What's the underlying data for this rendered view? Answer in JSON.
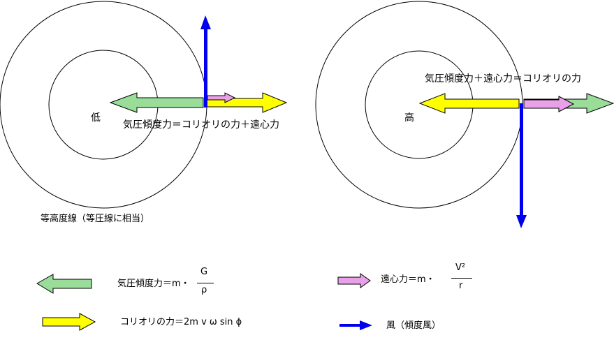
{
  "colors": {
    "green_fill": "#99dd99",
    "yellow_fill": "#ffff00",
    "pink_fill": "#e8a0e8",
    "blue": "#0000ee",
    "stroke": "#000000"
  },
  "icons": {
    "green": "pressure-gradient-arrow-icon",
    "yellow": "coriolis-arrow-icon",
    "pink": "centrifugal-arrow-icon",
    "blue": "wind-arrow-icon"
  },
  "low_diagram": {
    "center_label": "低",
    "equation": "気圧傾度力＝コリオリの力＋遠心力",
    "contour_label": "等高度線（等圧線に相当）"
  },
  "high_diagram": {
    "center_label": "高",
    "equation": "気圧傾度力＋遠心力＝コリオリの力"
  },
  "legend": {
    "pressure_gradient": {
      "label": "気圧傾度力＝m・",
      "numerator": "G",
      "denominator": "ρ"
    },
    "centrifugal": {
      "label": "遠心力＝m・",
      "numerator": "V²",
      "denominator": "r"
    },
    "coriolis": {
      "label": "コリオリの力＝2m v ω sin ϕ"
    },
    "wind": {
      "label": "風（傾度風）"
    }
  }
}
